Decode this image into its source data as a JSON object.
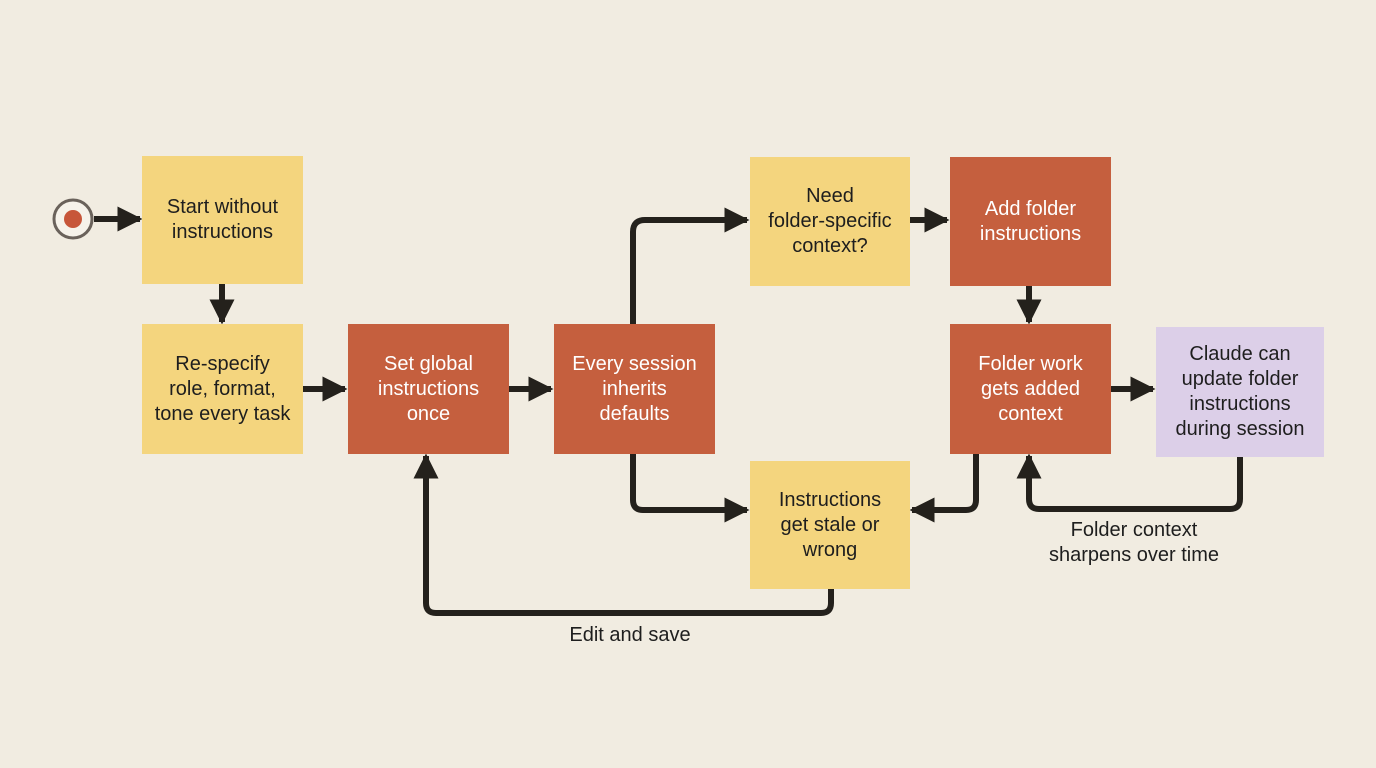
{
  "colors": {
    "background": "#F1ECE1",
    "decision_yellow": "#F4D57E",
    "action_orange": "#C55F3E",
    "update_purple": "#DCCFE8",
    "arrow": "#24211C",
    "start_dot": "#C7563A",
    "text_dark": "#1E1E1E",
    "text_light": "#FFFFFF"
  },
  "nodes": {
    "start_without": {
      "label": "Start without\ninstructions",
      "style": "yellow"
    },
    "respecify": {
      "label": "Re-specify\nrole, format,\ntone every task",
      "style": "yellow"
    },
    "set_global": {
      "label": "Set global\ninstructions\nonce",
      "style": "orange"
    },
    "every_session": {
      "label": "Every session\ninherits\ndefaults",
      "style": "orange"
    },
    "need_folder": {
      "label": "Need\nfolder-specific\ncontext?",
      "style": "yellow"
    },
    "add_folder": {
      "label": "Add folder\ninstructions",
      "style": "orange"
    },
    "folder_work": {
      "label": "Folder work\ngets added\ncontext",
      "style": "orange"
    },
    "claude_update": {
      "label": "Claude can\nupdate folder\ninstructions\nduring session",
      "style": "purple"
    },
    "stale": {
      "label": "Instructions\nget stale or\nwrong",
      "style": "yellow"
    }
  },
  "edge_labels": {
    "edit_save": "Edit and save",
    "sharpens": "Folder context\nsharpens over time"
  },
  "start_icon": "start-circle-icon"
}
